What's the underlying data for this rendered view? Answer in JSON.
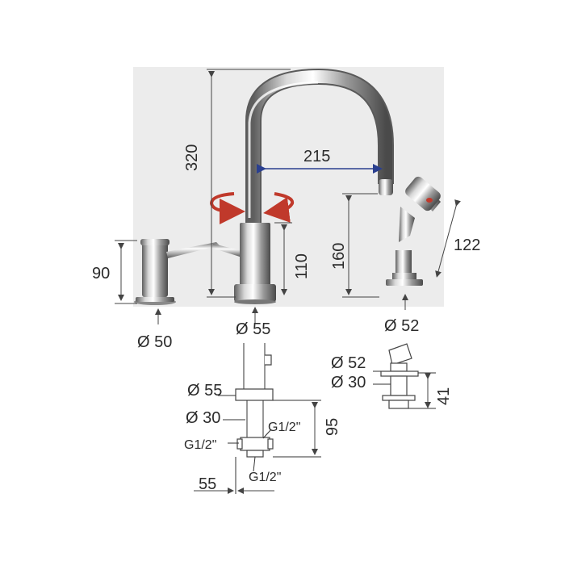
{
  "dimensions": {
    "spout_height": "320",
    "spout_reach": "215",
    "faucet_base_height": "110",
    "spout_outlet_height": "160",
    "handshower_length": "122",
    "mixer_height": "90",
    "mixer_diameter": "Ø 50",
    "faucet_diameter": "Ø 55",
    "shower_diameter": "Ø 52",
    "section_top_diameter": "Ø 55",
    "section_body_diameter": "Ø 30",
    "section_left_thread": "G1/2\"",
    "section_right_thread": "G1/2\"",
    "section_bottom_thread": "G1/2\"",
    "section_height": "95",
    "section_width": "55",
    "holder_top_diameter": "Ø 52",
    "holder_body_diameter": "Ø 30",
    "holder_height": "41"
  },
  "colors": {
    "panel": "#ececec",
    "chrome_dark": "#6f6f6f",
    "chrome_light": "#f4f4f4",
    "rotation_arrow": "#c0392b",
    "reach_arrow": "#2a3f8f"
  }
}
